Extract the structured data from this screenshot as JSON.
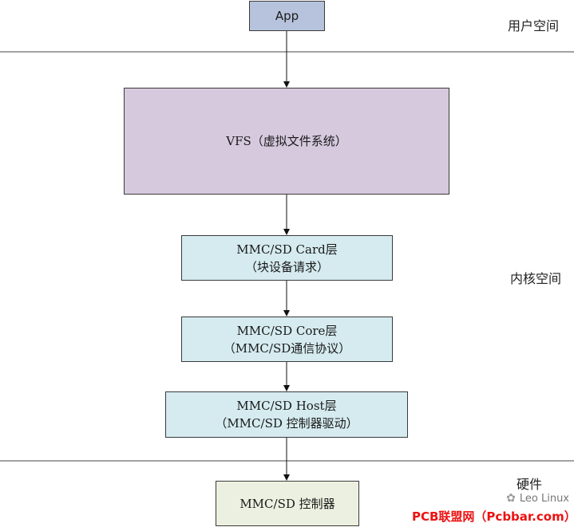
{
  "layers": {
    "user": "用户空间",
    "kernel": "内核空间",
    "hardware": "硬件"
  },
  "nodes": {
    "app": "App",
    "vfs": "VFS（虚拟文件系统）",
    "card_title": "MMC/SD Card层",
    "card_desc": "（块设备请求）",
    "core_title": "MMC/SD Core层",
    "core_desc": "（MMC/SD通信协议）",
    "host_title": "MMC/SD Host层",
    "host_desc": "（MMC/SD 控制器驱动）",
    "controller": "MMC/SD 控制器"
  },
  "watermark": {
    "brand": "Leo Linux",
    "site": "PCB联盟网（Pcbbar.com）"
  },
  "colors": {
    "app": "#b7c3dc",
    "vfs": "#d6c9de",
    "kernel_layers": "#d5ebef",
    "controller": "#ecf0e0",
    "watermark": "#ee1111"
  }
}
